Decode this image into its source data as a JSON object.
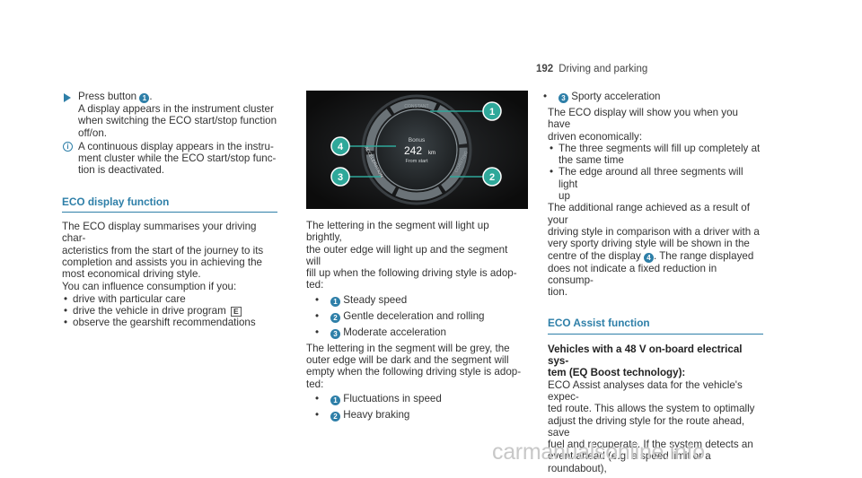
{
  "header": {
    "page_number": "192",
    "section": "Driving and parking"
  },
  "col1": {
    "step_line1_prefix": "Press button ",
    "step_line1_num": "1",
    "step_line1_suffix": ".",
    "step_lines": [
      "A display appears in the instrument cluster",
      "when switching the ECO start/stop function",
      "off/on."
    ],
    "info_icon": "i",
    "info_lines": [
      "A continuous display appears in the instru-",
      "ment cluster while the ECO start/stop func-",
      "tion is deactivated."
    ],
    "section_title": "ECO display function",
    "para1": [
      "The ECO display summarises your driving char-",
      "acteristics from the start of the journey to its",
      "completion and assists you in achieving the",
      "most economical driving style."
    ],
    "para2": "You can influence consumption if you:",
    "bullets": [
      "drive with particular care",
      "drive the vehicle in drive program",
      "observe the gearshift recommendations"
    ],
    "program_badge": "E"
  },
  "figure": {
    "label_top": "CONSTANT",
    "label_left": "ACCELERATION",
    "label_right": "COASTING",
    "center_title": "Bonus",
    "center_value": "242",
    "center_unit": "km",
    "center_sub": "From start",
    "callouts": [
      "1",
      "2",
      "3",
      "4"
    ],
    "colors": {
      "callout": "#2fa89a",
      "background": "#141414",
      "ring": "#4a5054"
    }
  },
  "col2": {
    "para1": [
      "The lettering in the segment will light up brightly,",
      "the outer edge will light up and the segment will",
      "fill up when the following driving style is adop-",
      "ted:"
    ],
    "list1": [
      {
        "num": "1",
        "text": "Steady speed"
      },
      {
        "num": "2",
        "text": "Gentle deceleration and rolling"
      },
      {
        "num": "3",
        "text": "Moderate acceleration"
      }
    ],
    "para2": [
      "The lettering in the segment will be grey, the",
      "outer edge will be dark and the segment will",
      "empty when the following driving style is adop-",
      "ted:"
    ],
    "list2": [
      {
        "num": "1",
        "text": "Fluctuations in speed"
      },
      {
        "num": "2",
        "text": "Heavy braking"
      }
    ]
  },
  "col3": {
    "list0": [
      {
        "num": "3",
        "text": "Sporty acceleration"
      }
    ],
    "para1": [
      "The ECO display will show you when you have",
      "driven economically:"
    ],
    "bullets1": [
      [
        "The three segments will fill up completely at",
        "the same time"
      ],
      [
        "The edge around all three segments will light",
        "up"
      ]
    ],
    "para2_a": [
      "The additional range achieved as a result of your",
      "driving style in comparison with a driver with a",
      "very sporty driving style will be shown in the"
    ],
    "para2_b_prefix": "centre of the display ",
    "para2_b_num": "4",
    "para2_b_suffix": ". The range displayed",
    "para2_c": [
      "does not indicate a fixed reduction in consump-",
      "tion."
    ],
    "section_title": "ECO Assist function",
    "bold_head": [
      "Vehicles with a 48 V on-board electrical sys-",
      "tem (EQ Boost technology):"
    ],
    "para3": [
      "ECO Assist analyses data for the vehicle's expec-",
      "ted route. This allows the system to optimally",
      "adjust the driving style for the route ahead, save",
      "fuel and recuperate. If the system detects an",
      "event ahead (e.g. a speed limit or a roundabout),"
    ]
  },
  "watermark": "carmanualsonline.info"
}
